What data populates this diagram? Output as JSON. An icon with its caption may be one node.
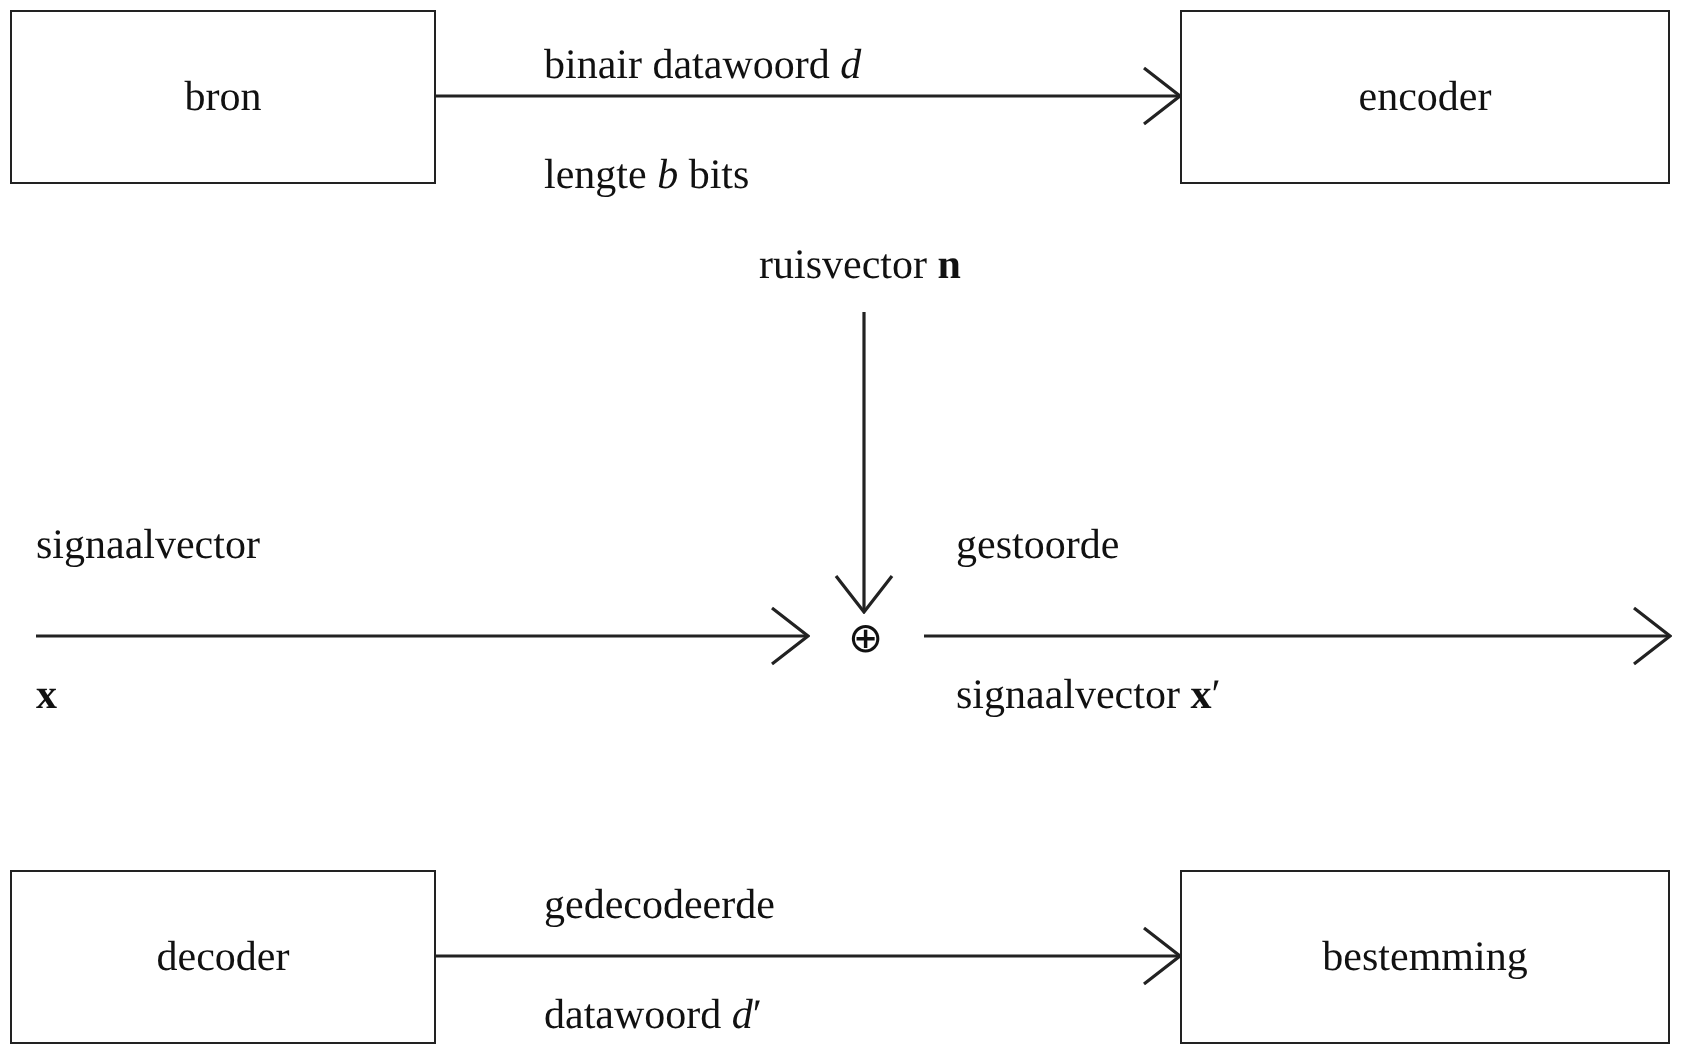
{
  "diagram": {
    "nodes": [
      {
        "text": [
          "bron"
        ]
      },
      {
        "text": [
          "encoder"
        ]
      },
      {
        "text": [
          "ruisvector **n**"
        ]
      },
      {
        "text": [
          "⊕"
        ]
      },
      {
        "text": [
          "decoder"
        ]
      },
      {
        "text": [
          "bestemming"
        ]
      }
    ],
    "edges": [
      {
        "from": 0,
        "to": 1,
        "arrow": "to",
        "label": "binair datawoord *d*"
      },
      {
        "from": 2,
        "to": 3,
        "arrow": "to"
      },
      {
        "from": null,
        "to": 3,
        "arrow": "to",
        "label": "signaalvector"
      },
      {
        "from": 3,
        "to": null,
        "arrow": "to",
        "label": "gestoorde"
      },
      {
        "from": 4,
        "to": 5,
        "arrow": "to",
        "label": "gedecodeerde"
      }
    ],
    "labels": [
      "lengte *b* bits",
      "**x**",
      "signaalvector **x**′",
      "datawoord *d*′"
    ]
  }
}
